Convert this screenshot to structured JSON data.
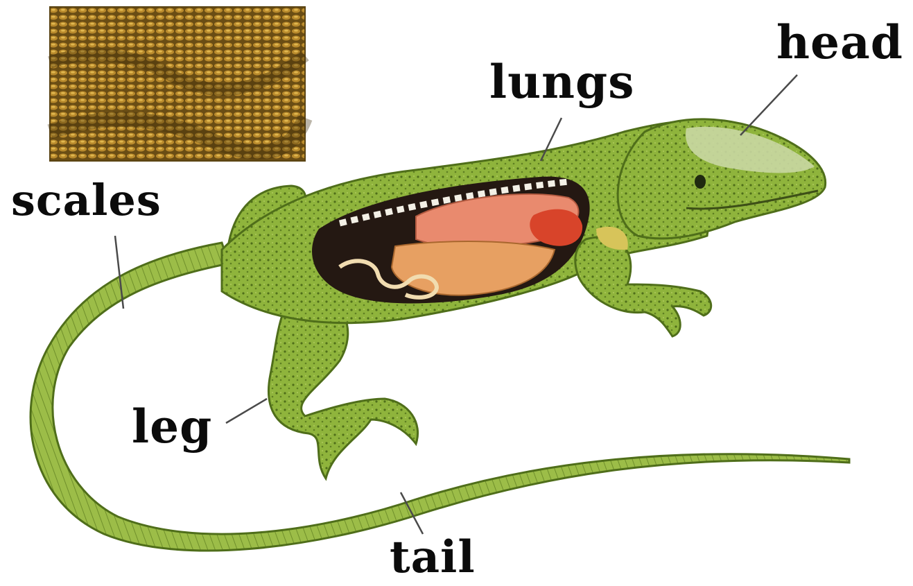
{
  "diagram": {
    "labels": {
      "head": "head",
      "lungs": "lungs",
      "scales": "scales",
      "leg": "leg",
      "tail": "tail"
    },
    "colors": {
      "body_green": "#8fb43c",
      "body_dark": "#5e7f22",
      "cavity_dark": "#241812",
      "lung_pink": "#e98a6e",
      "heart_red": "#d8442a",
      "stomach_orange": "#e7a062",
      "intestine_cream": "#f1dcb0",
      "head_light": "#c9d7a2",
      "scales_brown": "#7c5a1e",
      "leader_line": "#4a4a4a"
    }
  }
}
